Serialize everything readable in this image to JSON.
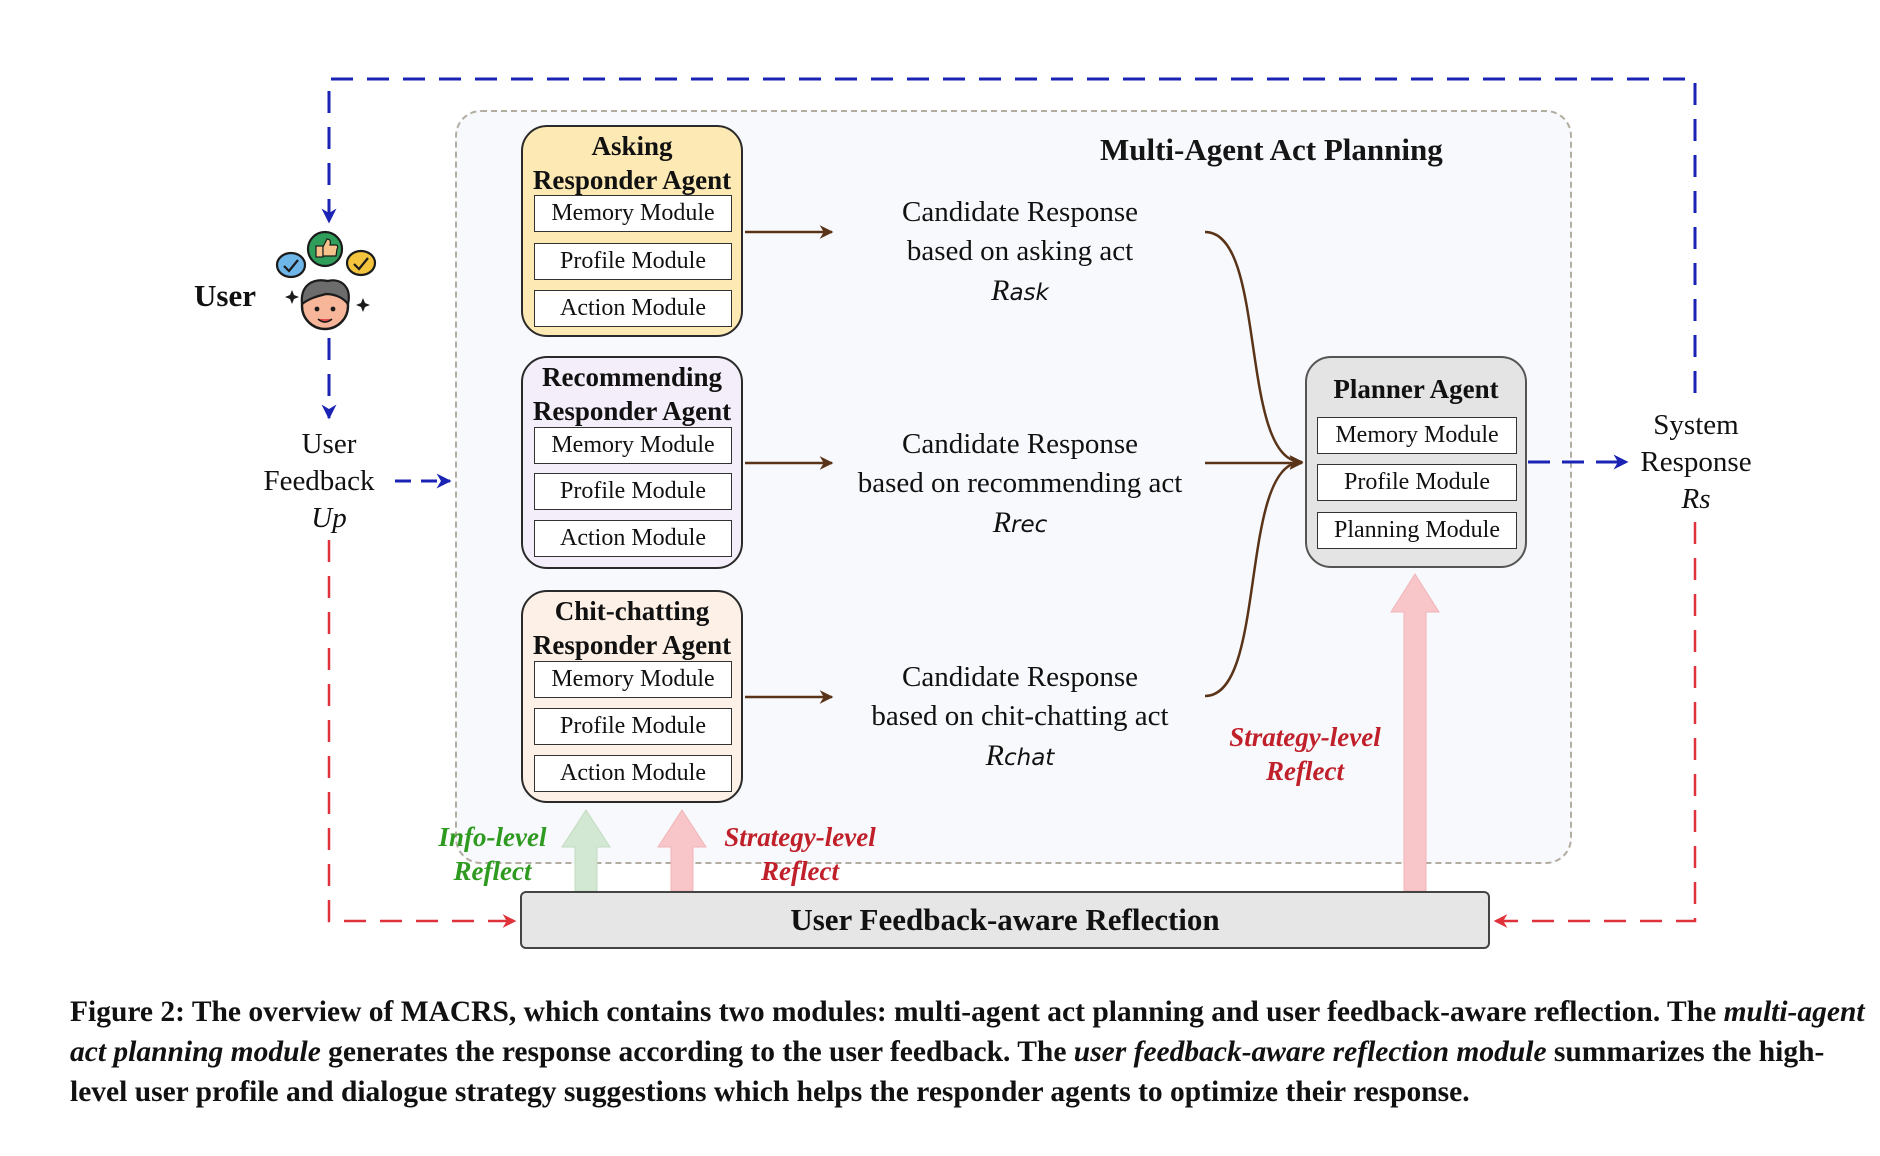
{
  "panel_title": "Multi-Agent Act Planning",
  "user": {
    "label": "User"
  },
  "user_feedback": {
    "line1": "User",
    "line2": "Feedback",
    "symbol": "Up"
  },
  "system_response": {
    "line1": "System",
    "line2": "Response",
    "symbol": "Rs"
  },
  "agents": [
    {
      "title_line1": "Asking",
      "title_line2": "Responder Agent",
      "fill": "#fde9b4",
      "modules": [
        "Memory Module",
        "Profile Module",
        "Action Module"
      ],
      "candidate": {
        "line1": "Candidate Response",
        "line2": "based on asking act",
        "symbol_main": "R",
        "symbol_sub": "ask"
      }
    },
    {
      "title_line1": "Recommending",
      "title_line2": "Responder Agent",
      "fill": "#f4eefa",
      "modules": [
        "Memory Module",
        "Profile Module",
        "Action Module"
      ],
      "candidate": {
        "line1": "Candidate Response",
        "line2": "based on recommending act",
        "symbol_main": "R",
        "symbol_sub": "rec"
      }
    },
    {
      "title_line1": "Chit-chatting",
      "title_line2": "Responder Agent",
      "fill": "#fdf1e7",
      "modules": [
        "Memory Module",
        "Profile Module",
        "Action Module"
      ],
      "candidate": {
        "line1": "Candidate Response",
        "line2": "based on chit-chatting act",
        "symbol_main": "R",
        "symbol_sub": "chat"
      }
    }
  ],
  "planner": {
    "title": "Planner Agent",
    "modules": [
      "Memory Module",
      "Profile Module",
      "Planning Module"
    ]
  },
  "reflection": {
    "bar_label": "User Feedback-aware Reflection",
    "info_level": {
      "line1": "Info-level",
      "line2": "Reflect"
    },
    "strategy_level_left": {
      "line1": "Strategy-level",
      "line2": "Reflect"
    },
    "strategy_level_right": {
      "line1": "Strategy-level",
      "line2": "Reflect"
    }
  },
  "caption": {
    "p1": "Figure 2: The overview of MACRS, which contains two modules: multi-agent act planning and user feedback-aware reflection. The ",
    "p2_italic": "multi-agent act planning module",
    "p3": " generates the response according to the user feedback. The ",
    "p4_italic": "user feedback-aware reflection module",
    "p5": " summarizes the high-level user profile and dialogue strategy suggestions which helps the responder agents to optimize their response."
  },
  "colors": {
    "blue_dashed": "#1a23b4",
    "red_dashed": "#e0323a",
    "brown_arrow": "#5a3418",
    "green_arrow": "#d3e8d3",
    "pink_arrow": "#f8c6c9",
    "green_text": "#2e9a20",
    "red_text": "#c0202a"
  },
  "icons": [
    "user-avatar-icon",
    "thumbs-up-icon",
    "checkmark-bubble-icon",
    "sparkle-icon"
  ]
}
